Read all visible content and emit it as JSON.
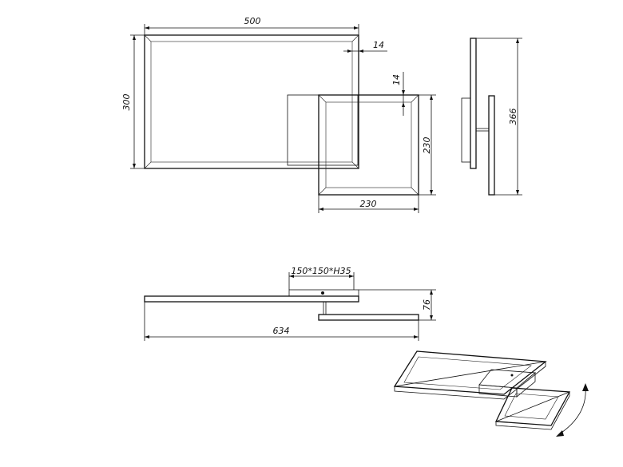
{
  "dimensions": {
    "width_large": "500",
    "height_large": "300",
    "frame_thickness_side": "14",
    "frame_thickness_top": "14",
    "square_height": "230",
    "square_width": "230",
    "side_height": "366",
    "canopy": "150*150*H35",
    "depth": "76",
    "total_length": "634"
  },
  "colors": {
    "line": "#111111",
    "background": "#ffffff"
  }
}
